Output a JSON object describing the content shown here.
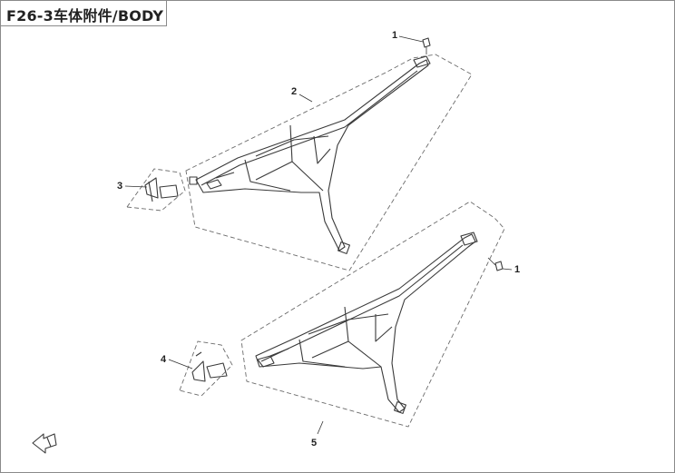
{
  "title": "F26-3车体附件/BODY",
  "callouts": [
    "1",
    "2",
    "3",
    "1",
    "4",
    "5"
  ],
  "icons": {
    "front_arrow": "front-arrow-icon"
  },
  "colors": {
    "line": "#3a3a3a",
    "dash": "#6b6b6b",
    "frame": "#8a8a8a"
  }
}
